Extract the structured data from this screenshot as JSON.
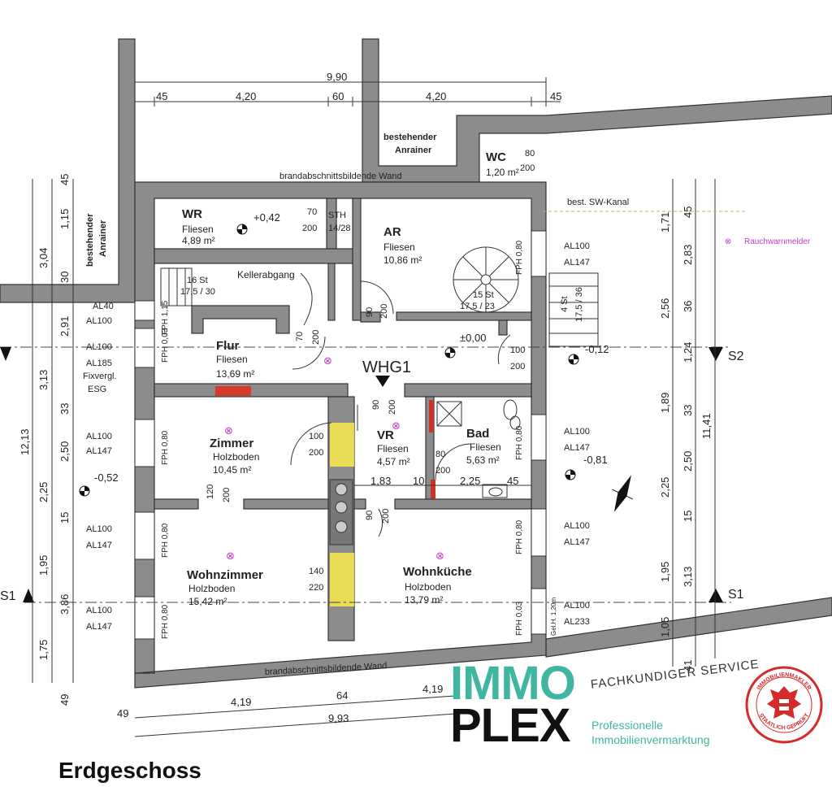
{
  "title": "Erdgeschoss",
  "unit_label": "WHG1",
  "rooms": [
    {
      "name": "WR",
      "floor": "Fliesen",
      "area": "4,89 m²"
    },
    {
      "name": "AR",
      "floor": "Fliesen",
      "area": "10,86 m²"
    },
    {
      "name": "Flur",
      "floor": "Fliesen",
      "area": "13,69 m²"
    },
    {
      "name": "Zimmer",
      "floor": "Holzboden",
      "area": "10,45 m²"
    },
    {
      "name": "VR",
      "floor": "Fliesen",
      "area": "4,57 m²"
    },
    {
      "name": "Bad",
      "floor": "Fliesen",
      "area": "5,63 m²"
    },
    {
      "name": "Wohnzimmer",
      "floor": "Holzboden",
      "area": "15,42 m²"
    },
    {
      "name": "Wohnküche",
      "floor": "Holzboden",
      "area": "13,79 m²"
    },
    {
      "name": "WC",
      "floor": "",
      "area": "1,20 m²"
    }
  ],
  "labels": {
    "neighbor_top": [
      "bestehender",
      "Anrainer"
    ],
    "neighbor_left": [
      "bestehender",
      "Anrainer"
    ],
    "firewall_top": "brandabschnittsbildende Wand",
    "firewall_bottom": "brandabschnittsbildende Wand",
    "sewer": "best. SW-Kanal",
    "smoke_detector": "Rauchwarnmelder",
    "cellar": "Kellerabgang",
    "stairs_cellar": [
      "16 St",
      "17,5 / 30"
    ],
    "stairs_spiral": [
      "15 St",
      "17,5 / 23"
    ],
    "stairs_side": [
      "4 St",
      "17,5 / 36"
    ],
    "fixed_glazing": [
      "Fixvergl.",
      "ESG"
    ],
    "sth": [
      "STH",
      "14/28"
    ],
    "gel": "Gel.H. 1,20m"
  },
  "levels": [
    "+0,42",
    "±0,00",
    "-0,12",
    "-0,52",
    "-0,81"
  ],
  "sections": [
    "S2",
    "S1"
  ],
  "dims_top": {
    "total": "9,90",
    "parts": [
      "45",
      "4,20",
      "60",
      "4,20",
      "45"
    ]
  },
  "dims_bottom": {
    "total": "9,93",
    "parts": [
      "49",
      "4,19",
      "64",
      "4,19"
    ]
  },
  "dims_left_outer": [
    "45",
    "3,04",
    "12,13",
    "49"
  ],
  "dims_left_inner": [
    "1,15",
    "30",
    "2,91",
    "3,13",
    "33",
    "2,50",
    "2,25",
    "15",
    "1,95",
    "3,86",
    "1,75"
  ],
  "dims_right_inner": [
    "45",
    "1,71",
    "2,83",
    "2,56",
    "36",
    "1,24",
    "1,89",
    "33",
    "2,50",
    "2,25",
    "15",
    "1,95",
    "3,13",
    "1,05",
    "41"
  ],
  "dims_right_outer": [
    "11,41"
  ],
  "window_left": [
    {
      "a": "AL40",
      "b": "AL100"
    },
    {
      "a": "AL100",
      "b": "AL185"
    },
    {
      "a": "AL100",
      "b": "AL147"
    },
    {
      "a": "AL100",
      "b": "AL147"
    },
    {
      "a": "AL100",
      "b": "AL147"
    }
  ],
  "window_right": [
    {
      "a": "AL100",
      "b": "AL147"
    },
    {
      "a": "AL100",
      "b": "AL147"
    },
    {
      "a": "AL100",
      "b": "AL147"
    },
    {
      "a": "AL100",
      "b": "AL233"
    }
  ],
  "fph": [
    "FPH 1,15",
    "FPH 0,03",
    "FPH 0,80",
    "FPH 0,80",
    "FPH 0,80",
    "FPH 0,80",
    "FPH 0,80",
    "FPH 0,80",
    "FPH 0,03"
  ],
  "doors": [
    "70",
    "200",
    "90",
    "200",
    "70",
    "200",
    "100",
    "200",
    "90",
    "200",
    "100",
    "200",
    "80",
    "200",
    "120",
    "200",
    "90",
    "200",
    "140",
    "220",
    "80",
    "200"
  ],
  "dims_middle": [
    "1,83",
    "10",
    "2,25",
    "45"
  ],
  "logo": {
    "immo": "IMMO",
    "plex": "PLEX",
    "tagline": "FACHKUNDIGER SERVICE",
    "line1": "Professionelle",
    "line2": "Immobilienvermarktung",
    "seal_top": "IMMOBILIENMAKLER",
    "seal_bottom": "STAATLICH GEPRÜFT"
  }
}
